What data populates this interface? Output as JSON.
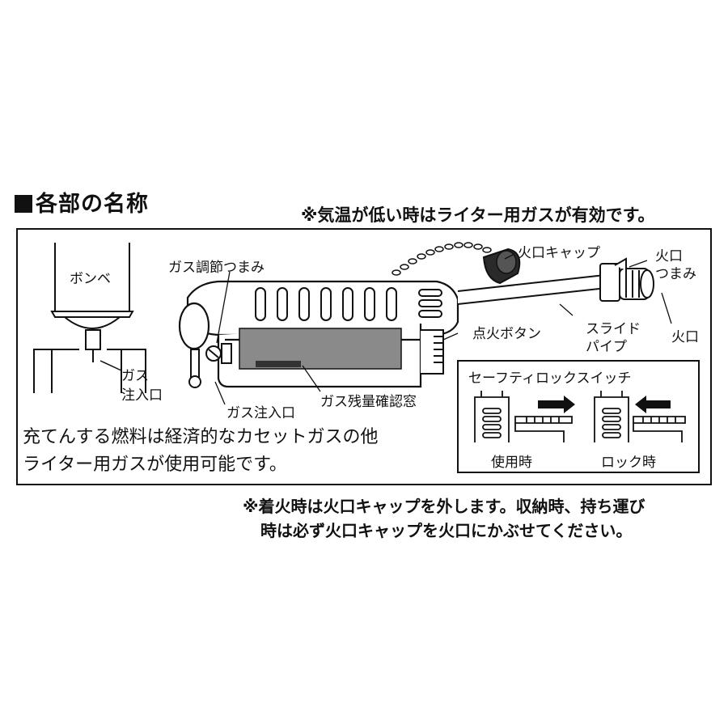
{
  "heading": {
    "mark": "■",
    "text": "各部の名称"
  },
  "note_top": "※気温が低い時はライター用ガスが有効です。",
  "labels": {
    "canister": "ボンベ",
    "gas_inlet_left_1": "ガス",
    "gas_inlet_left_2": "注入口",
    "gas_adjust_knob": "ガス調節つまみ",
    "flame_cap": "火口キャップ",
    "flame_knob_1": "火口",
    "flame_knob_2": "つまみ",
    "ignition_button": "点火ボタン",
    "slide_pipe_1": "スライド",
    "slide_pipe_2": "パイプ",
    "burner": "火口",
    "gas_inlet": "ガス注入口",
    "gas_level_window": "ガス残量確認窓"
  },
  "safety": {
    "title": "セーフティロックスイッチ",
    "in_use": "使用時",
    "locked": "ロック時"
  },
  "description": {
    "line1": "充てんする燃料は経済的なカセットガスの他",
    "line2": "ライター用ガスが使用可能です。"
  },
  "note_bottom": {
    "line1": "※着火時は火口キャップを外します。収納時、持ち運び",
    "line2": "時は必ず火口キャップを火口にかぶせてください。"
  },
  "colors": {
    "ink": "#111111",
    "window_gray": "#8a8a8a",
    "gauge_dark": "#333333",
    "cap_dark": "#2a2a2a"
  }
}
